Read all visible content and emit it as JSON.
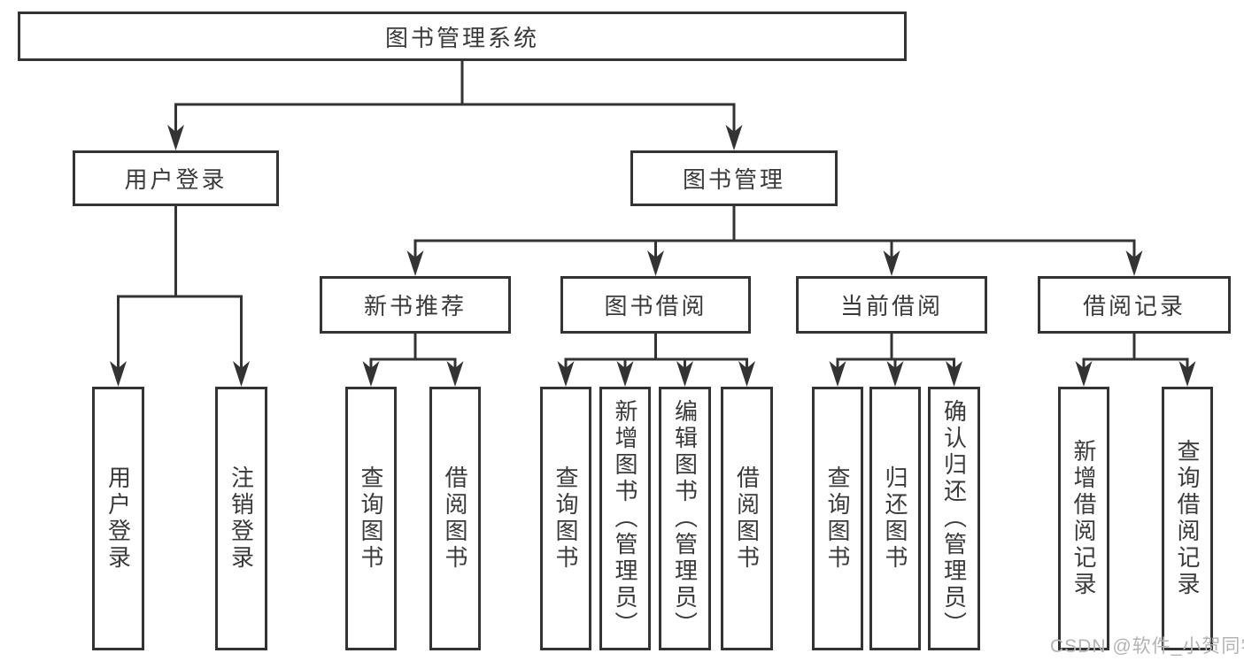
{
  "tree": {
    "label": "图书管理系统",
    "children": [
      {
        "label": "用户登录",
        "children": [
          {
            "label": "用户登录"
          },
          {
            "label": "注销登录"
          }
        ]
      },
      {
        "label": "图书管理",
        "children": [
          {
            "label": "新书推荐",
            "children": [
              {
                "label": "查询图书"
              },
              {
                "label": "借阅图书"
              }
            ]
          },
          {
            "label": "图书借阅",
            "children": [
              {
                "label": "查询图书"
              },
              {
                "label": "新增图书（管理员）"
              },
              {
                "label": "编辑图书（管理员）"
              },
              {
                "label": "借阅图书"
              }
            ]
          },
          {
            "label": "当前借阅",
            "children": [
              {
                "label": "查询图书"
              },
              {
                "label": "归还图书"
              },
              {
                "label": "确认归还（管理员）"
              }
            ]
          },
          {
            "label": "借阅记录",
            "children": [
              {
                "label": "新增借阅记录"
              },
              {
                "label": "查询借阅记录"
              }
            ]
          }
        ]
      }
    ]
  },
  "watermark": "CSDN @软件_小贺同学",
  "colors": {
    "line": "#333333",
    "text": "#3a3a3a",
    "watermark": "#b3b3b3",
    "background": "#ffffff"
  }
}
